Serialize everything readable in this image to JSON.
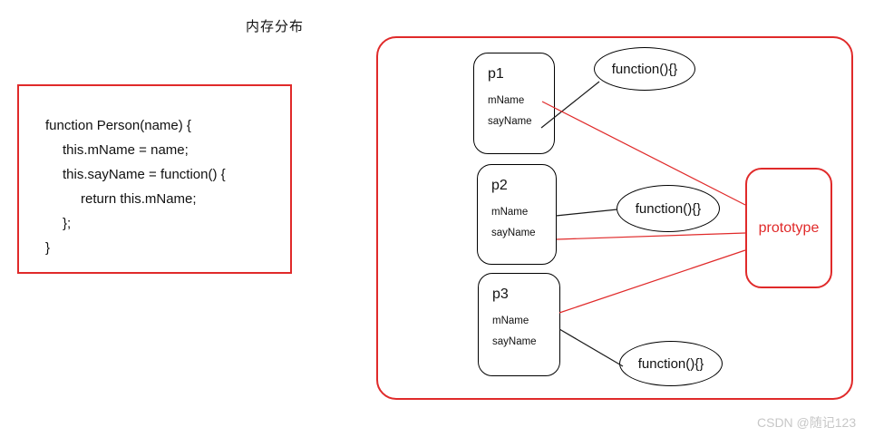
{
  "page": {
    "title": "内存分布",
    "watermark": "CSDN @随记123"
  },
  "code_box": {
    "lines": [
      "function Person(name) {",
      "this.mName = name;",
      "this.sayName = function() {",
      "return this.mName;",
      "};",
      "}"
    ]
  },
  "diagram": {
    "objects": [
      {
        "name": "p1",
        "fields": [
          "mName",
          "sayName"
        ]
      },
      {
        "name": "p2",
        "fields": [
          "mName",
          "sayName"
        ]
      },
      {
        "name": "p3",
        "fields": [
          "mName",
          "sayName"
        ]
      }
    ],
    "function_label": "function(){}",
    "prototype_label": "prototype"
  },
  "colors": {
    "accent_red": "#e02a2a",
    "line_black": "#1a1a1a",
    "watermark_gray": "#c7c7c7"
  }
}
